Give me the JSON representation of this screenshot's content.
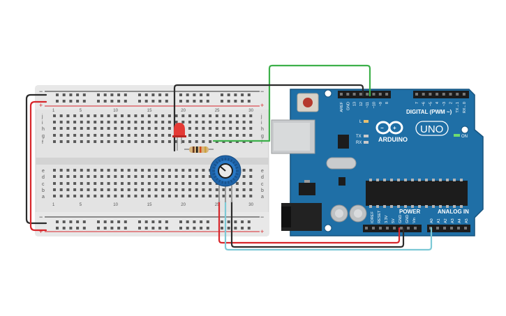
{
  "colors": {
    "board": "#1f6fa6",
    "board_edge": "#17547f",
    "breadboard": "#e2e2e2",
    "wire_red": "#d7262b",
    "wire_black": "#2b2b2b",
    "wire_green": "#3db04a",
    "wire_cyan": "#7cc9d6",
    "led": "#e43a35",
    "pot": "#1e63a8"
  },
  "breadboard": {
    "rail_minus": "−",
    "rail_plus": "+",
    "row_letters_top": [
      "j",
      "i",
      "h",
      "g",
      "f"
    ],
    "row_letters_bottom": [
      "e",
      "d",
      "c",
      "b",
      "a"
    ],
    "column_numbers": [
      "1",
      "",
      "",
      "",
      "5",
      "",
      "",
      "",
      "",
      "10",
      "",
      "",
      "",
      "",
      "15",
      "",
      "",
      "",
      "",
      "20",
      "",
      "",
      "",
      "",
      "25",
      "",
      "",
      "",
      "",
      "30"
    ]
  },
  "arduino": {
    "brand": "ARDUINO",
    "model": "UNO",
    "digital_label": "DIGITAL (PWM ~)",
    "power_label": "POWER",
    "analog_label": "ANALOG IN",
    "on_label": "ON",
    "tx_label": "TX",
    "rx_label": "RX",
    "l_label": "L",
    "digital_pins": [
      "AREF",
      "GND",
      "13",
      "12",
      "~11",
      "~10",
      "~9",
      "8",
      "7",
      "~6",
      "~5",
      "4",
      "~3",
      "2",
      "TX→1",
      "RX←0"
    ],
    "power_pins": [
      "IOREF",
      "RESET",
      "3.3V",
      "5V",
      "GND",
      "GND",
      "Vin"
    ],
    "analog_pins": [
      "A0",
      "A1",
      "A2",
      "A3",
      "A4",
      "A5"
    ]
  },
  "components": {
    "led": "led",
    "resistor": "resistor",
    "potentiometer": "potentiometer"
  }
}
